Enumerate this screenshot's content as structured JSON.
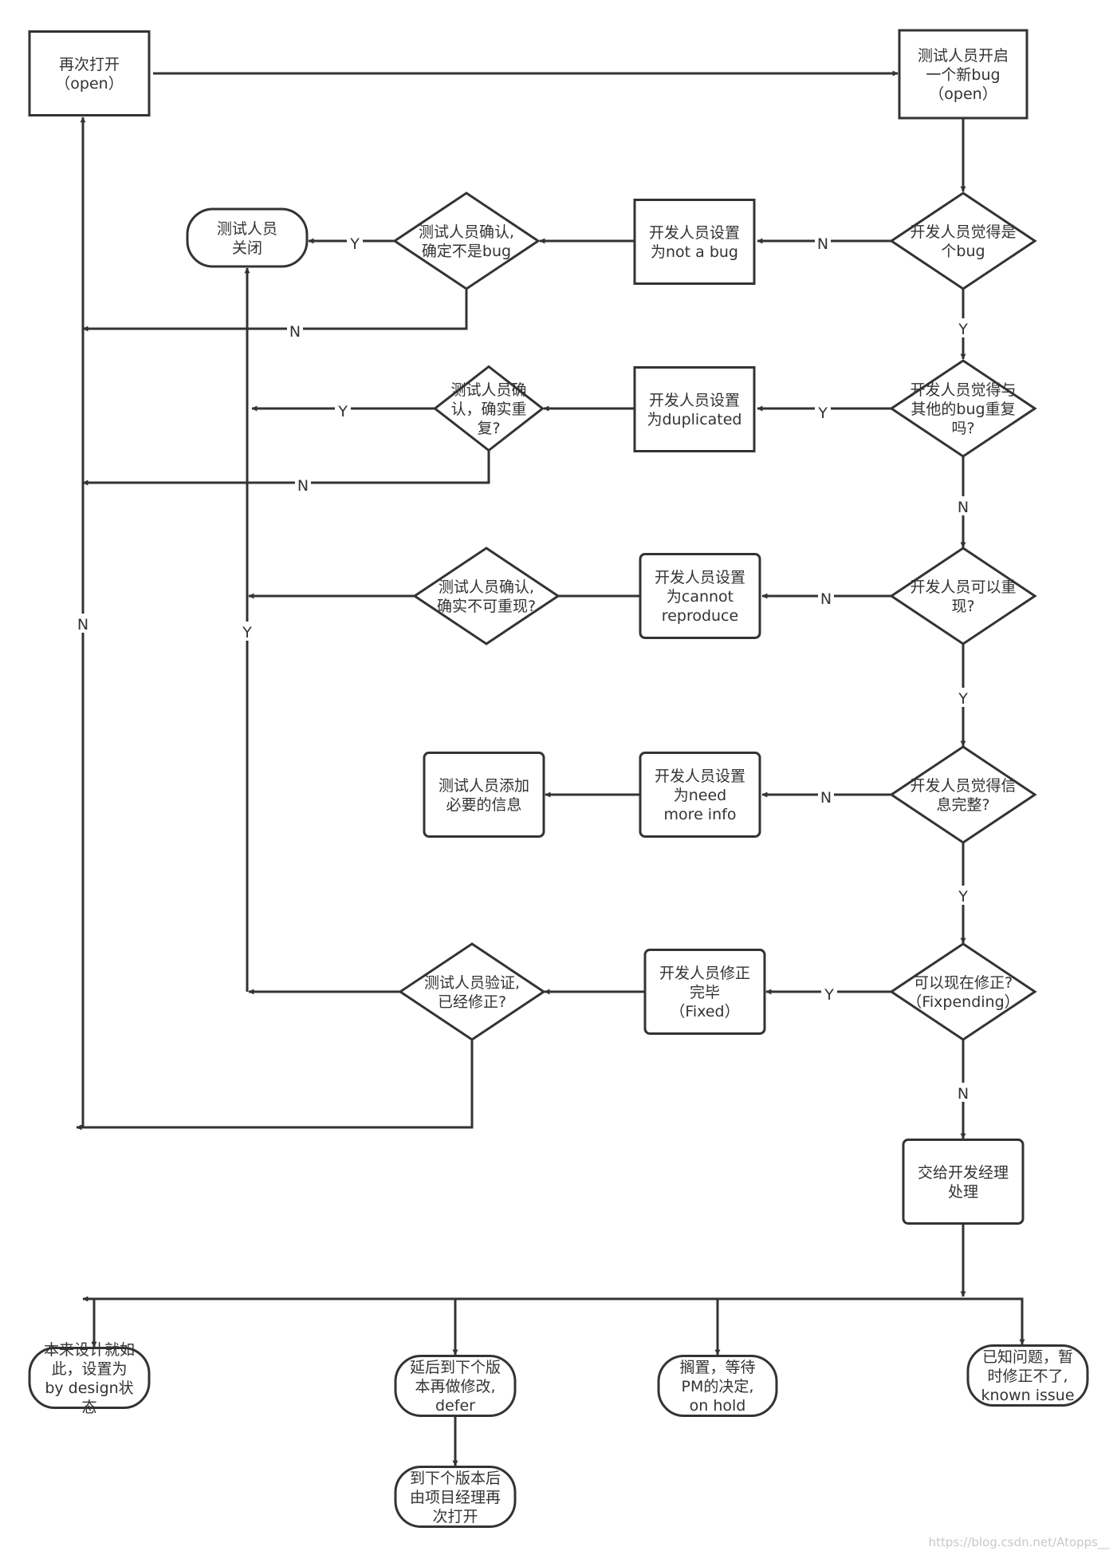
{
  "nodes": [
    {
      "id": "reopen",
      "shape": "rect",
      "lines": [
        "再次打开",
        "（open）"
      ]
    },
    {
      "id": "new_bug",
      "shape": "rect",
      "lines": [
        "测试人员开启",
        "一个新bug",
        "（open）"
      ]
    },
    {
      "id": "d_is_bug",
      "shape": "diamond",
      "lines": [
        "开发人员觉得是",
        "个bug"
      ]
    },
    {
      "id": "set_not_a_bug",
      "shape": "rect",
      "lines": [
        "开发人员设置",
        "为not a bug"
      ]
    },
    {
      "id": "d_confirm_not_bug",
      "shape": "diamond",
      "lines": [
        "测试人员确认,",
        "确定不是bug"
      ]
    },
    {
      "id": "tester_close",
      "shape": "terminal",
      "lines": [
        "测试人员",
        "关闭"
      ]
    },
    {
      "id": "d_duplicate",
      "shape": "diamond",
      "lines": [
        "开发人员觉得与",
        "其他的bug重复",
        "吗?"
      ]
    },
    {
      "id": "set_duplicated",
      "shape": "rect",
      "lines": [
        "开发人员设置",
        "为duplicated"
      ]
    },
    {
      "id": "d_confirm_duplicate",
      "shape": "diamond",
      "lines": [
        "测试人员确",
        "认，确实重",
        "复?"
      ]
    },
    {
      "id": "d_reproduce",
      "shape": "diamond",
      "lines": [
        "开发人员可以重",
        "现?"
      ]
    },
    {
      "id": "set_cannot_reproduce",
      "shape": "roundrect",
      "lines": [
        "开发人员设置",
        "为cannot",
        "reproduce"
      ]
    },
    {
      "id": "d_confirm_cannot_reproduce",
      "shape": "diamond",
      "lines": [
        "测试人员确认,",
        "确实不可重现?"
      ]
    },
    {
      "id": "d_info_complete",
      "shape": "diamond",
      "lines": [
        "开发人员觉得信",
        "息完整?"
      ]
    },
    {
      "id": "set_need_more_info",
      "shape": "roundrect",
      "lines": [
        "开发人员设置",
        "为need",
        "more info"
      ]
    },
    {
      "id": "tester_add_info",
      "shape": "roundrect",
      "lines": [
        "测试人员添加",
        "必要的信息"
      ]
    },
    {
      "id": "d_fix_now",
      "shape": "diamond",
      "lines": [
        "可以现在修正?",
        "（Fixpending）"
      ]
    },
    {
      "id": "fixed",
      "shape": "roundrect",
      "lines": [
        "开发人员修正",
        "完毕",
        "（Fixed）"
      ]
    },
    {
      "id": "d_verify_fixed",
      "shape": "diamond",
      "lines": [
        "测试人员验证,",
        "已经修正?"
      ]
    },
    {
      "id": "to_manager",
      "shape": "roundrect",
      "lines": [
        "交给开发经理",
        "处理"
      ]
    },
    {
      "id": "by_design",
      "shape": "terminal",
      "lines": [
        "本来设计就如",
        "此，设置为",
        "by design状",
        "态"
      ]
    },
    {
      "id": "defer",
      "shape": "terminal",
      "lines": [
        "延后到下个版",
        "本再做修改,",
        "defer"
      ]
    },
    {
      "id": "on_hold",
      "shape": "terminal",
      "lines": [
        "搁置，等待",
        "PM的决定,",
        "on hold"
      ]
    },
    {
      "id": "known_issue",
      "shape": "terminal",
      "lines": [
        "已知问题，暂",
        "时修正不了,",
        "known issue"
      ]
    },
    {
      "id": "reopen_next",
      "shape": "terminal",
      "lines": [
        "到下个版本后",
        "由项目经理再",
        "次打开"
      ]
    }
  ],
  "edge_labels": {
    "yes": "Y",
    "no": "N"
  },
  "watermark": "https://blog.csdn.net/Atopps__"
}
